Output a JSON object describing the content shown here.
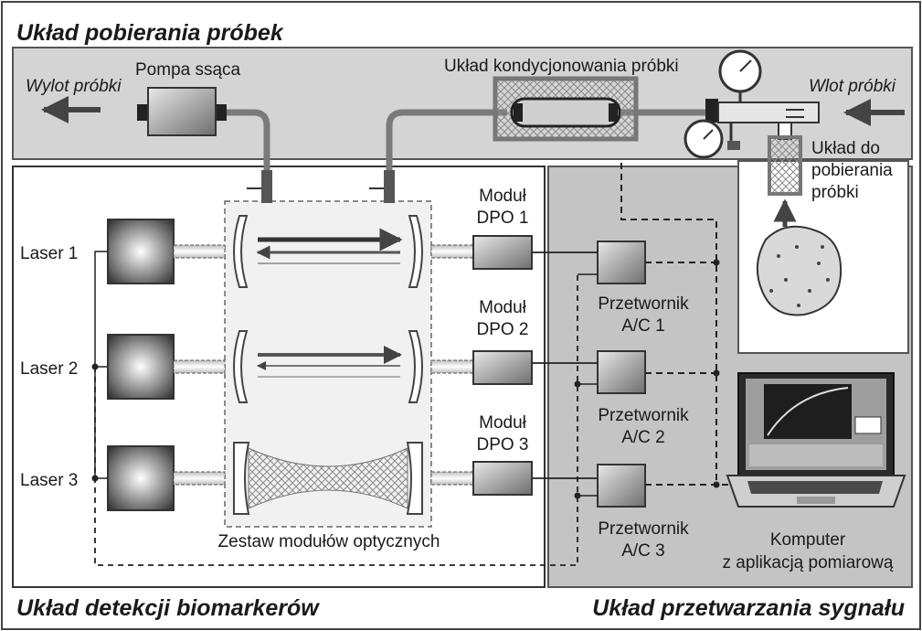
{
  "colors": {
    "panel_gray": "#d4d4d4",
    "panel_dark": "#bdbdbd",
    "border": "#555555",
    "tube": "#8a8a8a",
    "component": "#9a9a9a"
  },
  "sections": {
    "sampling": "Układ pobierania próbek",
    "detection": "Układ detekcji biomarkerów",
    "processing": "Układ przetwarzania sygnału"
  },
  "sampling": {
    "outlet": "Wylot próbki",
    "pump": "Pompa ssąca",
    "conditioning": "Układ kondycjonowania próbki",
    "inlet": "Wlot próbki",
    "collector": [
      "Układ do",
      "pobierania",
      "próbki"
    ]
  },
  "lasers": [
    "Laser 1",
    "Laser 2",
    "Laser 3"
  ],
  "dpo_modules": [
    [
      "Moduł",
      "DPO 1"
    ],
    [
      "Moduł",
      "DPO 2"
    ],
    [
      "Moduł",
      "DPO 3"
    ]
  ],
  "converters": [
    [
      "Przetwornik",
      "A/C 1"
    ],
    [
      "Przetwornik",
      "A/C 2"
    ],
    [
      "Przetwornik",
      "A/C 3"
    ]
  ],
  "optics_label": "Zestaw modułów optycznych",
  "computer": [
    "Komputer",
    "z aplikacją pomiarową"
  ]
}
